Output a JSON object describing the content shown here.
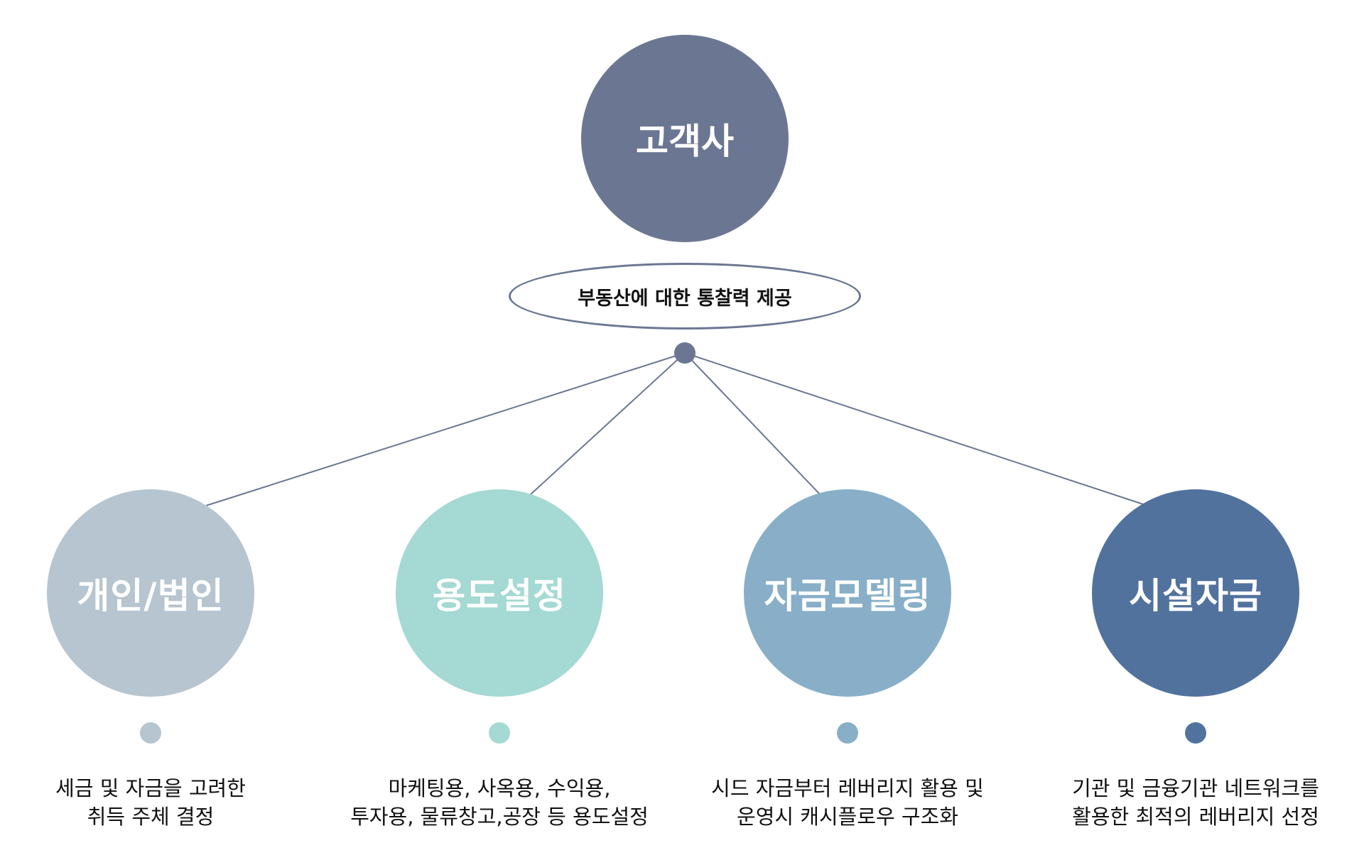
{
  "root": {
    "label": "고객사",
    "color": "#6b7792"
  },
  "subtitle": "부동산에 대한 통찰력 제공",
  "categories": [
    {
      "label": "개인/법인",
      "color": "#b6c5cf",
      "desc": "세금 및 자금을 고려한\n취득 주체 결정"
    },
    {
      "label": "용도설정",
      "color": "#a5d9d3",
      "desc": "마케팅용, 사옥용, 수익용,\n투자용, 물류창고,공장 등 용도설정"
    },
    {
      "label": "자금모델링",
      "color": "#88afc7",
      "desc": "시드 자금부터 레버리지 활용 및\n운영시 캐시플로우 구조화"
    },
    {
      "label": "시설자금",
      "color": "#52729e",
      "desc": "기관 및 금융기관 네트워크를\n활용한 최적의 레버리지 선정"
    }
  ]
}
